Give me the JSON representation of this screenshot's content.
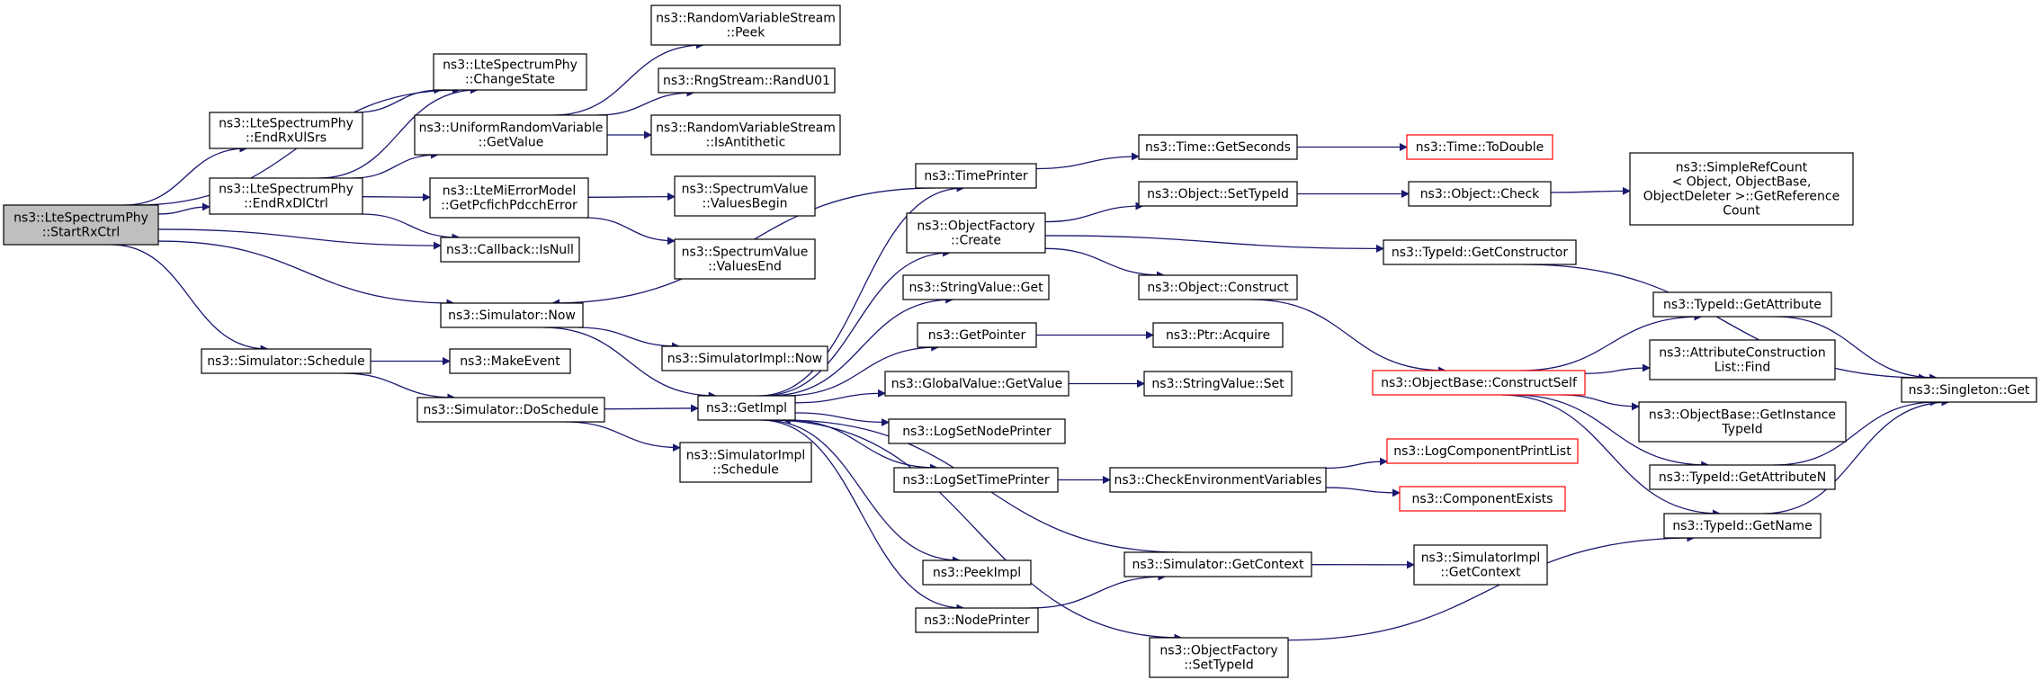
{
  "colors": {
    "edge": "#191970",
    "node_border": "#000000",
    "missing_border": "#ff0000",
    "root_fill": "#bfbfbf",
    "node_fill": "#ffffff"
  },
  "nodes": [
    {
      "id": "root",
      "lines": [
        "ns3::LteSpectrumPhy",
        "::StartRxCtrl"
      ],
      "status": "root"
    },
    {
      "id": "changestate",
      "lines": [
        "ns3::LteSpectrumPhy",
        "::ChangeState"
      ],
      "status": "normal"
    },
    {
      "id": "endrxulsrs",
      "lines": [
        "ns3::LteSpectrumPhy",
        "::EndRxUlSrs"
      ],
      "status": "normal"
    },
    {
      "id": "endrxdlctrl",
      "lines": [
        "ns3::LteSpectrumPhy",
        "::EndRxDlCtrl"
      ],
      "status": "normal"
    },
    {
      "id": "isnull",
      "lines": [
        "ns3::Callback::IsNull"
      ],
      "status": "normal"
    },
    {
      "id": "now",
      "lines": [
        "ns3::Simulator::Now"
      ],
      "status": "normal"
    },
    {
      "id": "schedule",
      "lines": [
        "ns3::Simulator::Schedule"
      ],
      "status": "normal"
    },
    {
      "id": "urvgetvalue",
      "lines": [
        "ns3::UniformRandomVariable",
        "::GetValue"
      ],
      "status": "normal"
    },
    {
      "id": "ltemierror",
      "lines": [
        "ns3::LteMiErrorModel",
        "::GetPcfichPdcchError"
      ],
      "status": "normal"
    },
    {
      "id": "makeevent",
      "lines": [
        "ns3::MakeEvent"
      ],
      "status": "normal"
    },
    {
      "id": "doschedule",
      "lines": [
        "ns3::Simulator::DoSchedule"
      ],
      "status": "normal"
    },
    {
      "id": "rvspeek",
      "lines": [
        "ns3::RandomVariableStream",
        "::Peek"
      ],
      "status": "normal"
    },
    {
      "id": "randu01",
      "lines": [
        "ns3::RngStream::RandU01"
      ],
      "status": "normal"
    },
    {
      "id": "isantithetic",
      "lines": [
        "ns3::RandomVariableStream",
        "::IsAntithetic"
      ],
      "status": "normal"
    },
    {
      "id": "valuesbegin",
      "lines": [
        "ns3::SpectrumValue",
        "::ValuesBegin"
      ],
      "status": "normal"
    },
    {
      "id": "valuesend",
      "lines": [
        "ns3::SpectrumValue",
        "::ValuesEnd"
      ],
      "status": "normal"
    },
    {
      "id": "simimplnow",
      "lines": [
        "ns3::SimulatorImpl::Now"
      ],
      "status": "normal"
    },
    {
      "id": "getimpl",
      "lines": [
        "ns3::GetImpl"
      ],
      "status": "normal"
    },
    {
      "id": "simimplschedule",
      "lines": [
        "ns3::SimulatorImpl",
        "::Schedule"
      ],
      "status": "normal"
    },
    {
      "id": "timeprinter",
      "lines": [
        "ns3::TimePrinter"
      ],
      "status": "normal"
    },
    {
      "id": "ofcreate",
      "lines": [
        "ns3::ObjectFactory",
        "::Create"
      ],
      "status": "normal"
    },
    {
      "id": "stringvalueget",
      "lines": [
        "ns3::StringValue::Get"
      ],
      "status": "normal"
    },
    {
      "id": "getpointer",
      "lines": [
        "ns3::GetPointer"
      ],
      "status": "normal"
    },
    {
      "id": "gvgetvalue",
      "lines": [
        "ns3::GlobalValue::GetValue"
      ],
      "status": "normal"
    },
    {
      "id": "logsetnodeprinter",
      "lines": [
        "ns3::LogSetNodePrinter"
      ],
      "status": "normal"
    },
    {
      "id": "logsettimeprinter",
      "lines": [
        "ns3::LogSetTimePrinter"
      ],
      "status": "normal"
    },
    {
      "id": "peekimpl",
      "lines": [
        "ns3::PeekImpl"
      ],
      "status": "normal"
    },
    {
      "id": "nodeprinter",
      "lines": [
        "ns3::NodePrinter"
      ],
      "status": "normal"
    },
    {
      "id": "ofsettypeid",
      "lines": [
        "ns3::ObjectFactory",
        "::SetTypeId"
      ],
      "status": "normal"
    },
    {
      "id": "timegetseconds",
      "lines": [
        "ns3::Time::GetSeconds"
      ],
      "status": "normal"
    },
    {
      "id": "objsettypeid",
      "lines": [
        "ns3::Object::SetTypeId"
      ],
      "status": "normal"
    },
    {
      "id": "objconstruct",
      "lines": [
        "ns3::Object::Construct"
      ],
      "status": "normal"
    },
    {
      "id": "ptracquire",
      "lines": [
        "ns3::Ptr::Acquire"
      ],
      "status": "normal"
    },
    {
      "id": "stringvalueset",
      "lines": [
        "ns3::StringValue::Set"
      ],
      "status": "normal"
    },
    {
      "id": "checkenv",
      "lines": [
        "ns3::CheckEnvironmentVariables"
      ],
      "status": "normal"
    },
    {
      "id": "simgetcontext",
      "lines": [
        "ns3::Simulator::GetContext"
      ],
      "status": "normal"
    },
    {
      "id": "timetodouble",
      "lines": [
        "ns3::Time::ToDouble"
      ],
      "status": "missing"
    },
    {
      "id": "objcheck",
      "lines": [
        "ns3::Object::Check"
      ],
      "status": "normal"
    },
    {
      "id": "typeidgetconstructor",
      "lines": [
        "ns3::TypeId::GetConstructor"
      ],
      "status": "normal"
    },
    {
      "id": "constructself",
      "lines": [
        "ns3::ObjectBase::ConstructSelf"
      ],
      "status": "missing"
    },
    {
      "id": "logcomponentprintlist",
      "lines": [
        "ns3::LogComponentPrintList"
      ],
      "status": "missing"
    },
    {
      "id": "componentexists",
      "lines": [
        "ns3::ComponentExists"
      ],
      "status": "missing"
    },
    {
      "id": "simimplgetcontext",
      "lines": [
        "ns3::SimulatorImpl",
        "::GetContext"
      ],
      "status": "normal"
    },
    {
      "id": "simplerefcount",
      "lines": [
        "ns3::SimpleRefCount",
        "< Object, ObjectBase,",
        " ObjectDeleter >::GetReference",
        "Count"
      ],
      "status": "normal"
    },
    {
      "id": "typeidgetattribute",
      "lines": [
        "ns3::TypeId::GetAttribute"
      ],
      "status": "normal"
    },
    {
      "id": "attrconstructionlistfind",
      "lines": [
        "ns3::AttributeConstruction",
        "List::Find"
      ],
      "status": "normal"
    },
    {
      "id": "getinstancetypeid",
      "lines": [
        "ns3::ObjectBase::GetInstance",
        "TypeId"
      ],
      "status": "normal"
    },
    {
      "id": "typeidgetattributen",
      "lines": [
        "ns3::TypeId::GetAttributeN"
      ],
      "status": "normal"
    },
    {
      "id": "typeidgetname",
      "lines": [
        "ns3::TypeId::GetName"
      ],
      "status": "normal"
    },
    {
      "id": "singletonget",
      "lines": [
        "ns3::Singleton::Get"
      ],
      "status": "normal"
    }
  ],
  "edges": [
    [
      "root",
      "changestate"
    ],
    [
      "root",
      "endrxulsrs"
    ],
    [
      "root",
      "endrxdlctrl"
    ],
    [
      "root",
      "isnull"
    ],
    [
      "root",
      "now"
    ],
    [
      "root",
      "schedule"
    ],
    [
      "endrxulsrs",
      "changestate"
    ],
    [
      "endrxdlctrl",
      "changestate"
    ],
    [
      "endrxdlctrl",
      "urvgetvalue"
    ],
    [
      "endrxdlctrl",
      "ltemierror"
    ],
    [
      "endrxdlctrl",
      "isnull"
    ],
    [
      "urvgetvalue",
      "rvspeek"
    ],
    [
      "urvgetvalue",
      "randu01"
    ],
    [
      "urvgetvalue",
      "isantithetic"
    ],
    [
      "ltemierror",
      "valuesbegin"
    ],
    [
      "ltemierror",
      "valuesend"
    ],
    [
      "now",
      "simimplnow"
    ],
    [
      "now",
      "getimpl"
    ],
    [
      "schedule",
      "makeevent"
    ],
    [
      "schedule",
      "doschedule"
    ],
    [
      "doschedule",
      "getimpl"
    ],
    [
      "doschedule",
      "simimplschedule"
    ],
    [
      "getimpl",
      "timeprinter"
    ],
    [
      "getimpl",
      "ofcreate"
    ],
    [
      "getimpl",
      "stringvalueget"
    ],
    [
      "getimpl",
      "getpointer"
    ],
    [
      "getimpl",
      "gvgetvalue"
    ],
    [
      "getimpl",
      "logsetnodeprinter"
    ],
    [
      "getimpl",
      "logsettimeprinter"
    ],
    [
      "getimpl",
      "peekimpl"
    ],
    [
      "getimpl",
      "nodeprinter"
    ],
    [
      "getimpl",
      "ofsettypeid"
    ],
    [
      "simgetcontext",
      "getimpl"
    ],
    [
      "timeprinter",
      "now"
    ],
    [
      "timeprinter",
      "timegetseconds"
    ],
    [
      "timegetseconds",
      "timetodouble"
    ],
    [
      "ofcreate",
      "objsettypeid"
    ],
    [
      "ofcreate",
      "typeidgetconstructor"
    ],
    [
      "ofcreate",
      "objconstruct"
    ],
    [
      "objsettypeid",
      "objcheck"
    ],
    [
      "objcheck",
      "simplerefcount"
    ],
    [
      "typeidgetconstructor",
      "singletonget"
    ],
    [
      "objconstruct",
      "constructself"
    ],
    [
      "constructself",
      "typeidgetattribute"
    ],
    [
      "constructself",
      "attrconstructionlistfind"
    ],
    [
      "constructself",
      "getinstancetypeid"
    ],
    [
      "constructself",
      "typeidgetattributen"
    ],
    [
      "constructself",
      "typeidgetname"
    ],
    [
      "typeidgetattribute",
      "singletonget"
    ],
    [
      "typeidgetattributen",
      "singletonget"
    ],
    [
      "typeidgetname",
      "singletonget"
    ],
    [
      "getpointer",
      "ptracquire"
    ],
    [
      "gvgetvalue",
      "stringvalueset"
    ],
    [
      "logsettimeprinter",
      "checkenv"
    ],
    [
      "checkenv",
      "logcomponentprintlist"
    ],
    [
      "checkenv",
      "componentexists"
    ],
    [
      "simgetcontext",
      "simimplgetcontext"
    ],
    [
      "nodeprinter",
      "simgetcontext"
    ],
    [
      "ofsettypeid",
      "typeidgetname"
    ]
  ]
}
